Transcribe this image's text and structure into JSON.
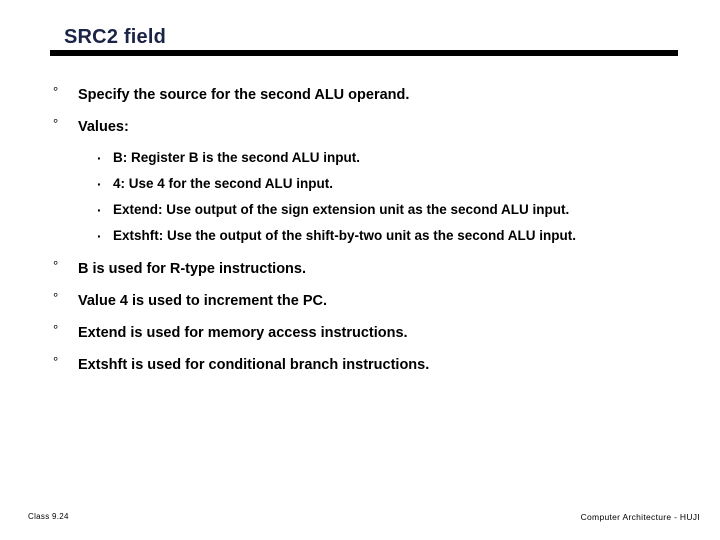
{
  "slide": {
    "title": "SRC2 field",
    "title_color": "#1b2346",
    "rule_color": "#000000",
    "background": "#ffffff",
    "bullet_marker_level1": "°",
    "bullet_marker_level2": "·"
  },
  "content": {
    "bullets": [
      {
        "level": 1,
        "text": "Specify the source for the second ALU operand."
      },
      {
        "level": 1,
        "text": "Values:"
      },
      {
        "level": 2,
        "text": "B: Register B is the second ALU input."
      },
      {
        "level": 2,
        "text": "4: Use 4 for the second ALU input."
      },
      {
        "level": 2,
        "text": "Extend: Use output of the sign extension unit as the second ALU input."
      },
      {
        "level": 2,
        "text": "Extshft: Use the output of the shift-by-two unit as the second ALU input."
      },
      {
        "level": 1,
        "text": "B is used for R-type instructions."
      },
      {
        "level": 1,
        "text": "Value 4 is used to increment the PC."
      },
      {
        "level": 1,
        "text": "Extend is used for memory access instructions."
      },
      {
        "level": 1,
        "text": "Extshft is used for conditional branch instructions."
      }
    ]
  },
  "footer": {
    "left": "Class 9.24",
    "right": "Computer Architecture - HUJI"
  }
}
